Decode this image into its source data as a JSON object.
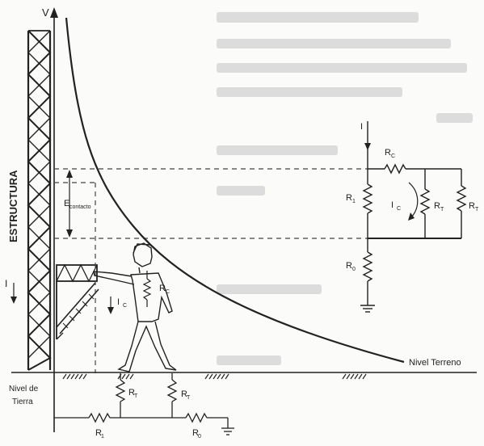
{
  "labels": {
    "v_axis": "V",
    "structure": "ESTRUCTURA",
    "current_struct": "I",
    "e_contact": "E",
    "e_contact_sub": "contacto",
    "ic_person": "I",
    "ic_person_sub": "C",
    "rc_person": "R",
    "rc_person_sub": "C",
    "nivel_terreno": "Nivel Terreno",
    "nivel_tierra_1": "Nivel de",
    "nivel_tierra_2": "Tierra",
    "rt_left": "R",
    "rt_left_sub": "T",
    "rt_right": "R",
    "rt_right_sub": "T",
    "r1_bottom": "R",
    "r1_bottom_sub": "1",
    "r0_bottom": "R",
    "r0_bottom_sub": "0",
    "circuit_i": "I",
    "circuit_rc": "R",
    "circuit_rc_sub": "C",
    "circuit_r1": "R",
    "circuit_r1_sub": "1",
    "circuit_ic": "I",
    "circuit_ic_sub": "C",
    "circuit_rt1": "R",
    "circuit_rt1_sub": "T",
    "circuit_rt2": "R",
    "circuit_rt2_sub": "T",
    "circuit_r0": "R",
    "circuit_r0_sub": "0"
  },
  "colors": {
    "ink": "#222222",
    "background": "#fbfbfa",
    "ghost_text": "#dcdcdc"
  }
}
